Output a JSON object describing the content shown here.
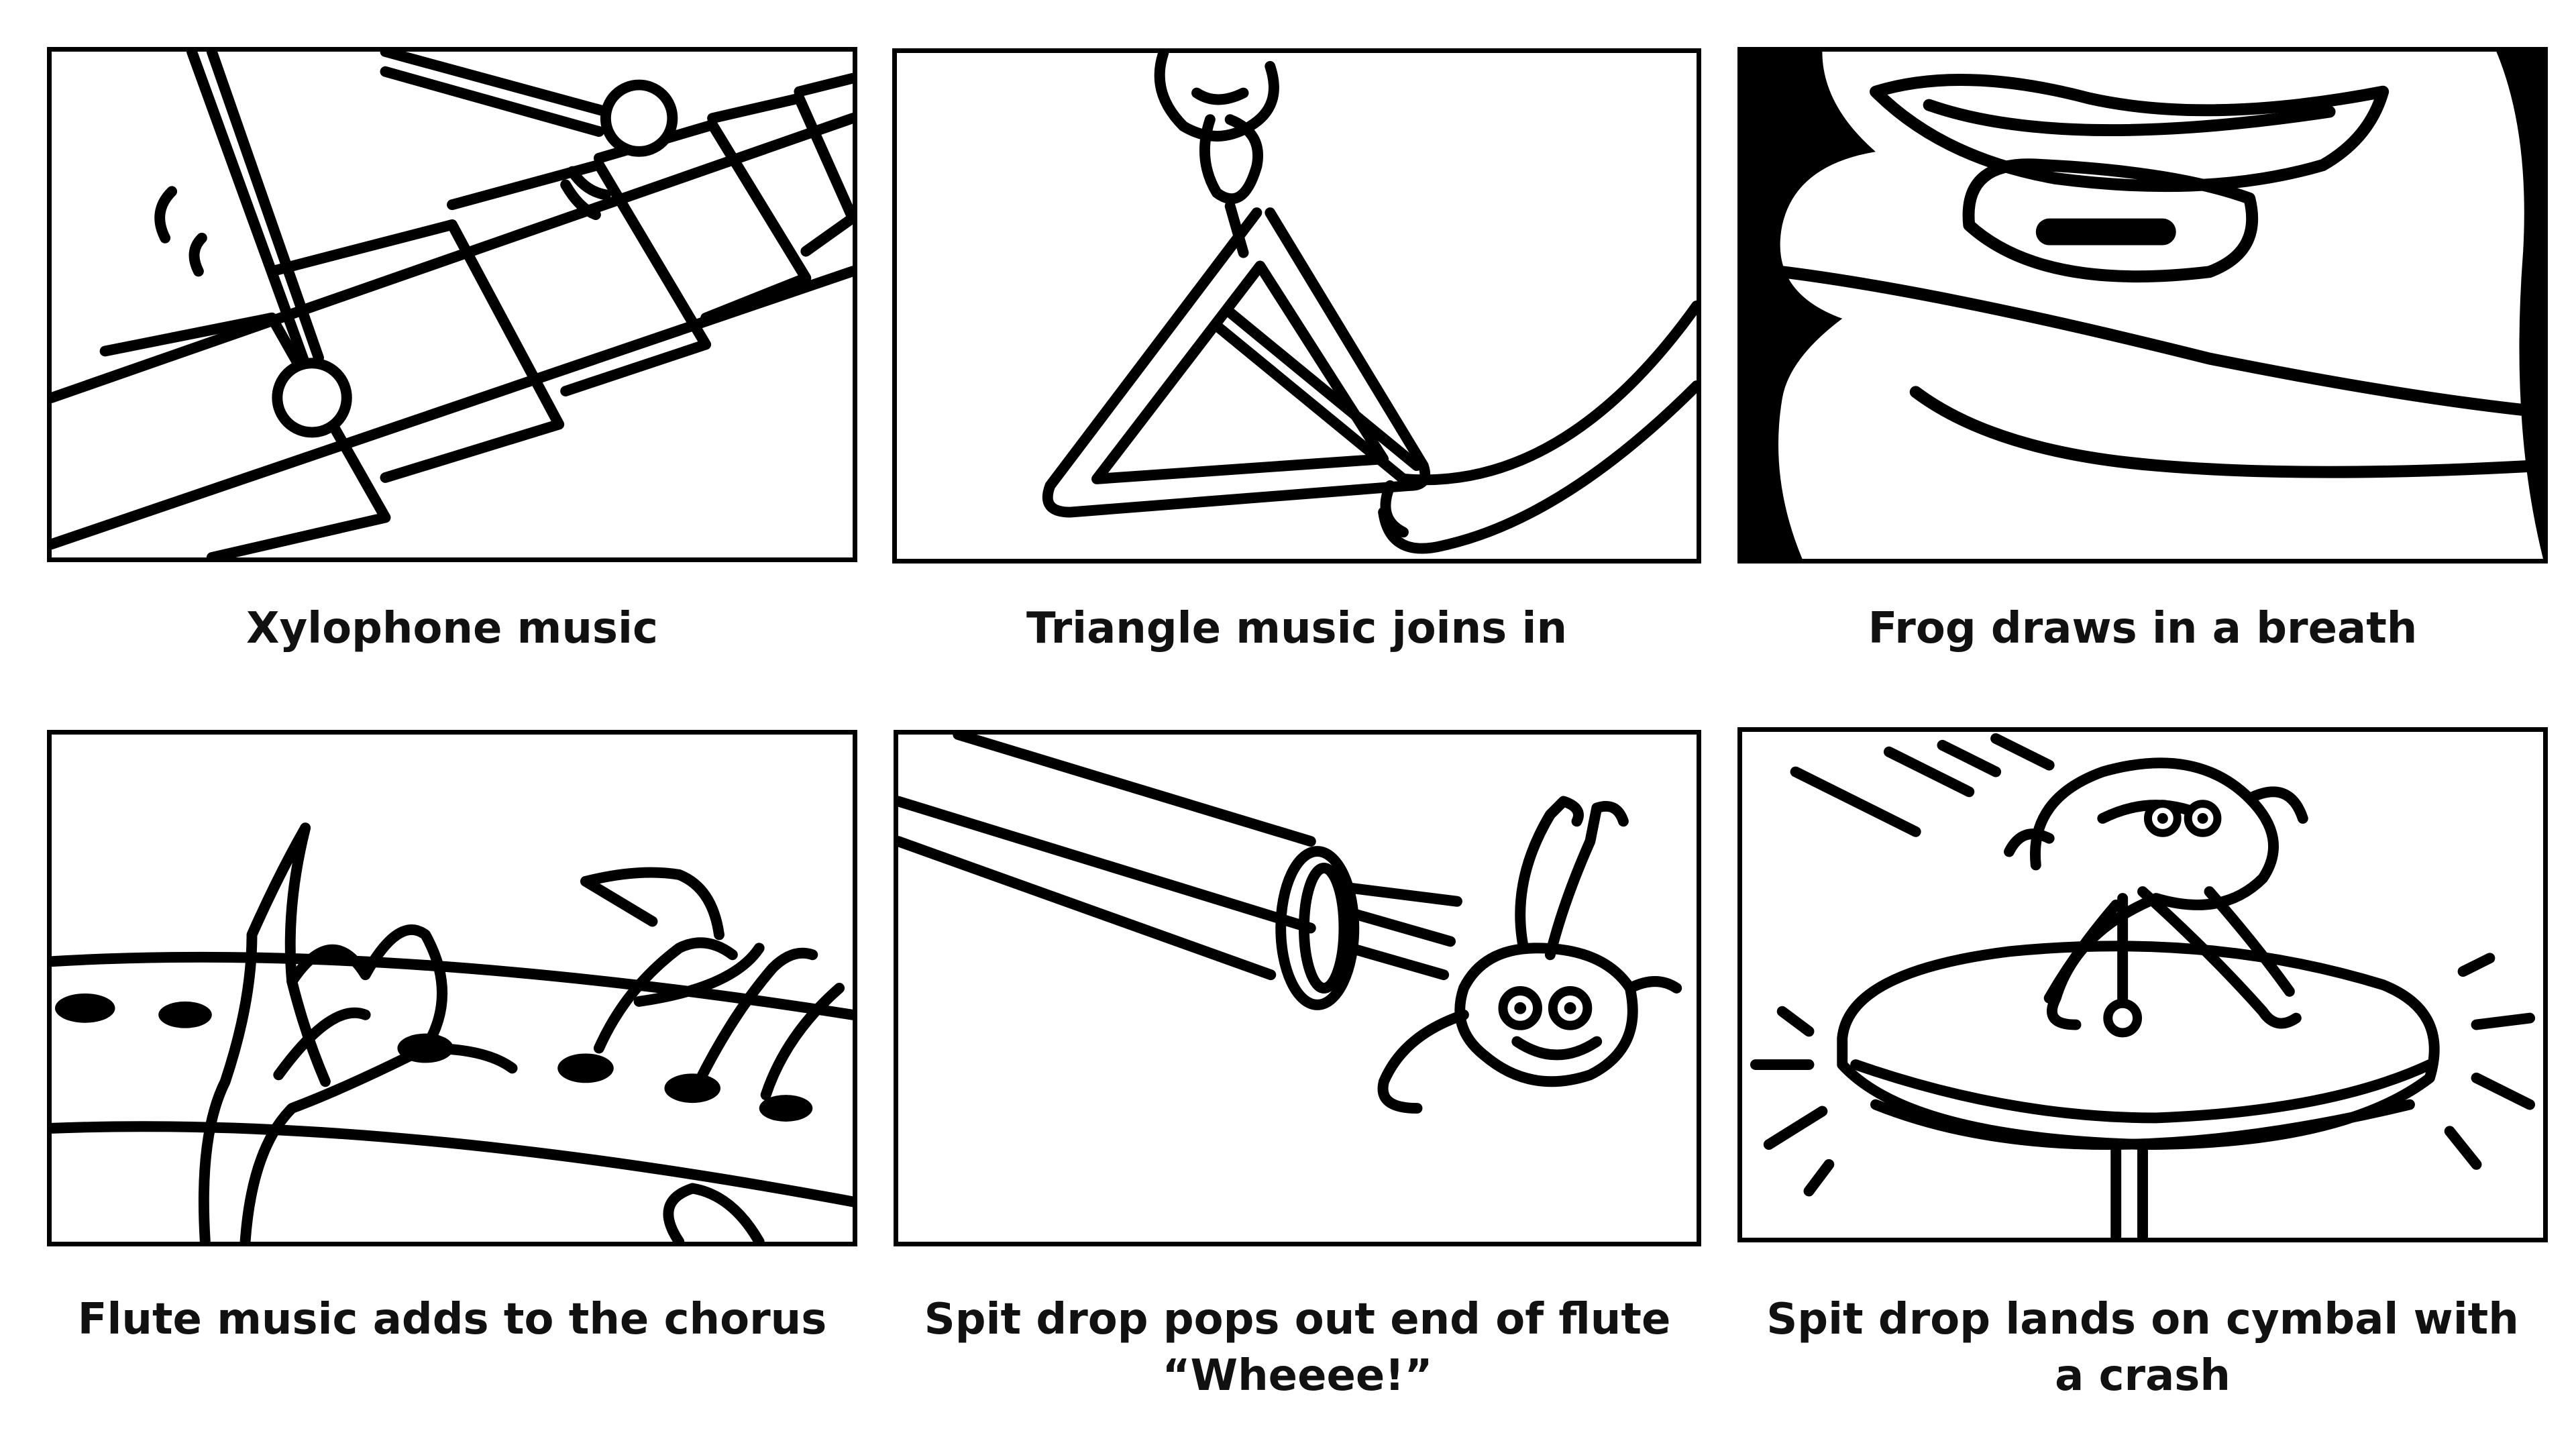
{
  "colors": {
    "ink": "#000000",
    "paper": "#ffffff",
    "caption_text": "#111111"
  },
  "panels": [
    {
      "id": 1,
      "illustration": "xylophone-mallets-illustration",
      "caption": [
        "Xylophone music"
      ]
    },
    {
      "id": 2,
      "illustration": "triangle-instrument-illustration",
      "caption": [
        "Triangle music joins in"
      ]
    },
    {
      "id": 3,
      "illustration": "frog-mouth-breath-illustration",
      "caption": [
        "Frog draws in a breath"
      ]
    },
    {
      "id": 4,
      "illustration": "hands-playing-flute-illustration",
      "caption": [
        "Flute music adds to the chorus"
      ]
    },
    {
      "id": 5,
      "illustration": "spit-drop-leaving-flute-illustration",
      "caption": [
        "Spit drop pops out end of flute",
        "“Wheeee!”"
      ]
    },
    {
      "id": 6,
      "illustration": "spit-drop-on-cymbal-illustration",
      "caption": [
        "Spit drop lands on cymbal with",
        "a crash"
      ]
    }
  ]
}
